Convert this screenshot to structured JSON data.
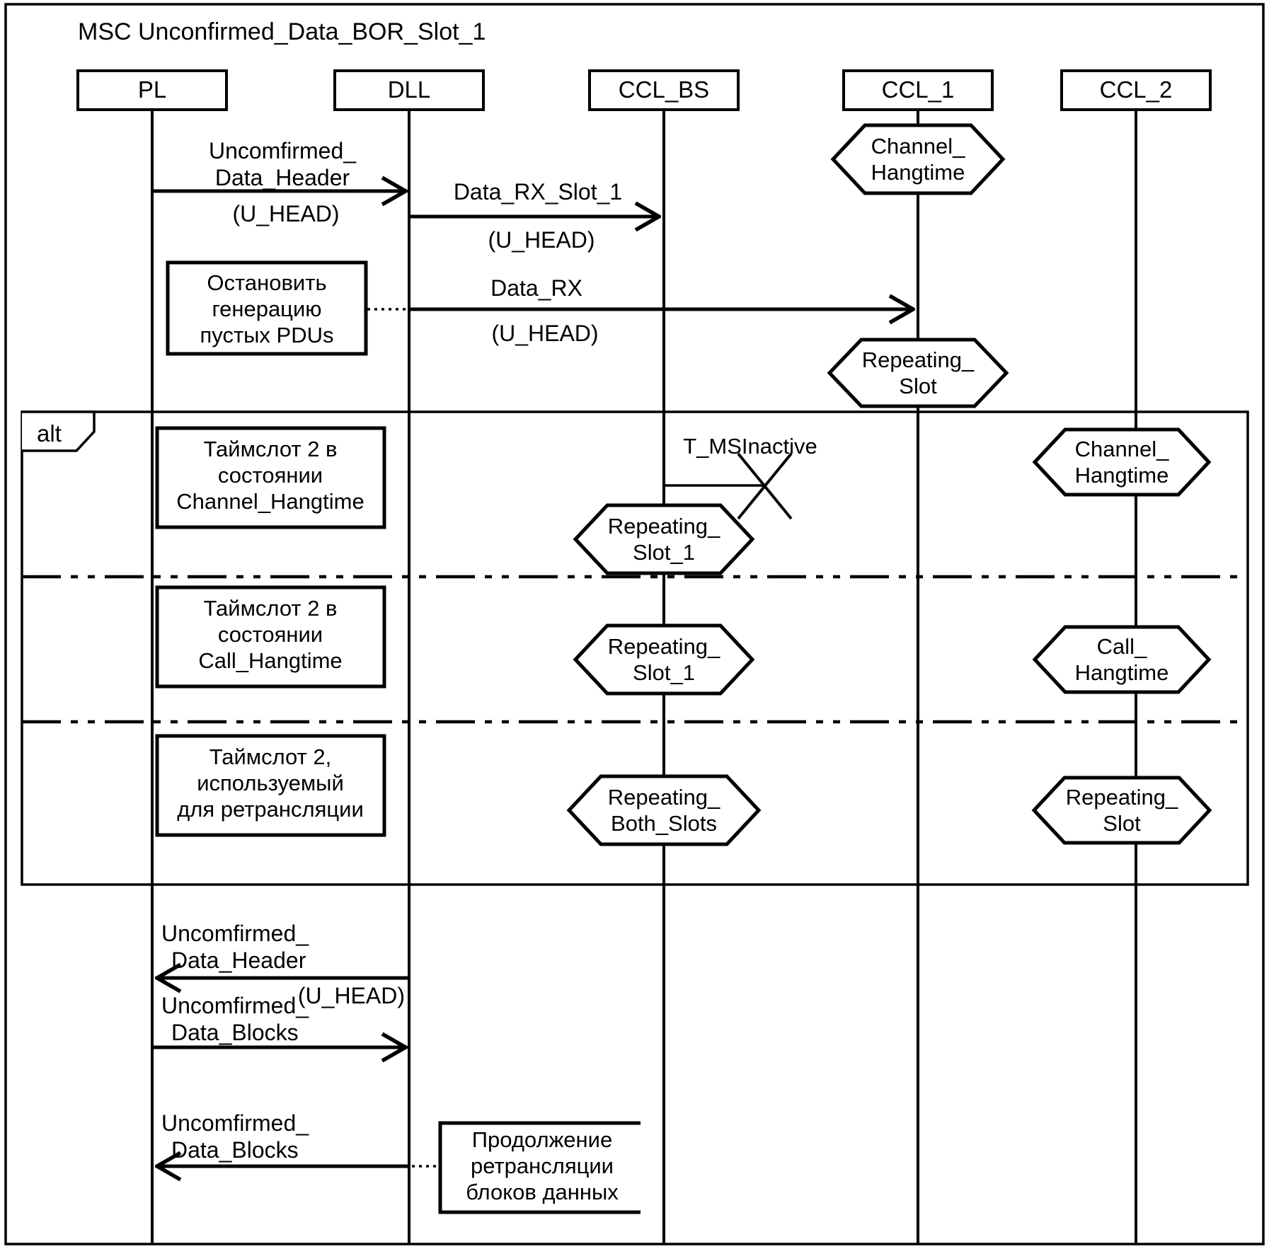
{
  "title": "MSC Unconfirmed_Data_BOR_Slot_1",
  "lifelines": [
    {
      "label": "PL"
    },
    {
      "label": "DLL"
    },
    {
      "label": "CCL_BS"
    },
    {
      "label": "CCL_1"
    },
    {
      "label": "CCL_2"
    }
  ],
  "alt": {
    "label": "alt"
  },
  "messages": {
    "m1": {
      "line1": "Uncomfirmed_",
      "line2": "Data_Header",
      "param": "(U_HEAD)"
    },
    "m2": {
      "name": "Data_RX_Slot_1",
      "param": "(U_HEAD)"
    },
    "m3": {
      "name": "Data_RX",
      "param": "(U_HEAD)"
    },
    "m4": {
      "line1": "Uncomfirmed_",
      "line2": "Data_Header",
      "param": "(U_HEAD)"
    },
    "m5": {
      "line1": "Uncomfirmed_",
      "line2": "Data_Blocks"
    },
    "m6": {
      "line1": "Uncomfirmed_",
      "line2": "Data_Blocks"
    }
  },
  "timer": {
    "label": "T_MSInactive"
  },
  "notes": {
    "stop_pdus": {
      "line1": "Остановить",
      "line2": "генерацию",
      "line3": "пустых PDUs"
    },
    "continue_relay": {
      "line1": "Продолжение",
      "line2": "ретрансляции",
      "line3": "блоков данных"
    }
  },
  "guards": {
    "g1": {
      "line1": "Таймслот 2 в",
      "line2": "состоянии",
      "line3": "Channel_Hangtime"
    },
    "g2": {
      "line1": "Таймслот 2 в",
      "line2": "состоянии",
      "line3": "Call_Hangtime"
    },
    "g3": {
      "line1": "Таймслот 2,",
      "line2": "используемый",
      "line3": "для ретрансляции"
    }
  },
  "conditions": {
    "ccl1_channel_hangtime": {
      "line1": "Channel_",
      "line2": "Hangtime"
    },
    "ccl1_repeating_slot": {
      "line1": "Repeating_",
      "line2": "Slot"
    },
    "bs_repeating_slot1_a": {
      "line1": "Repeating_",
      "line2": "Slot_1"
    },
    "ccl2_channel_hangtime": {
      "line1": "Channel_",
      "line2": "Hangtime"
    },
    "bs_repeating_slot1_b": {
      "line1": "Repeating_",
      "line2": "Slot_1"
    },
    "ccl2_call_hangtime": {
      "line1": "Call_",
      "line2": "Hangtime"
    },
    "bs_repeating_both_slots": {
      "line1": "Repeating_",
      "line2": "Both_Slots"
    },
    "ccl2_repeating_slot": {
      "line1": "Repeating_",
      "line2": "Slot"
    }
  },
  "colors": {
    "line": "#000000",
    "background": "#ffffff"
  }
}
